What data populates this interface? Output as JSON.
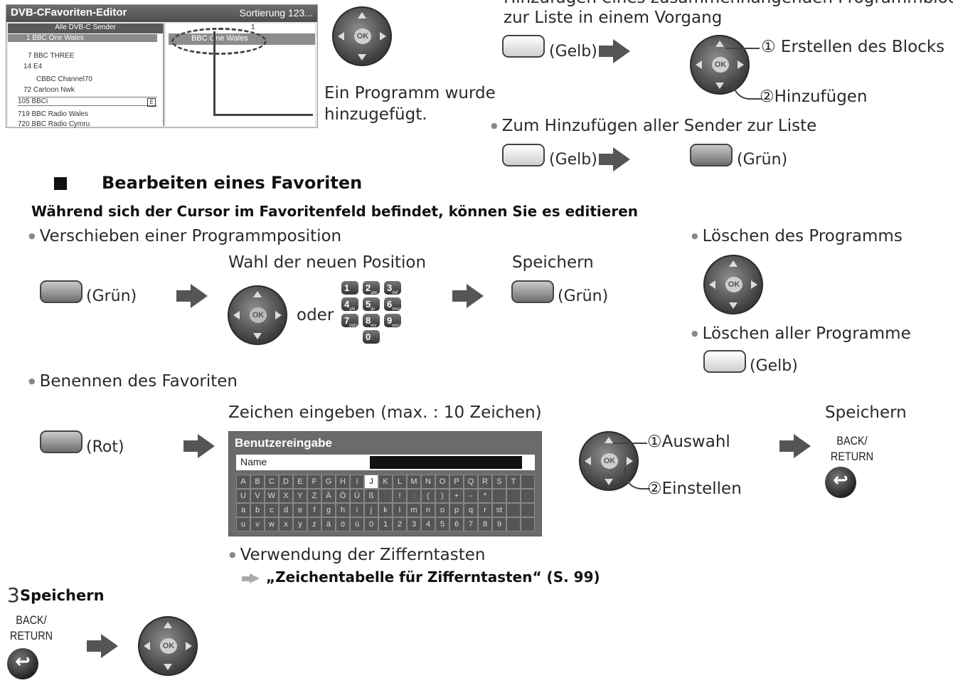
{
  "header_fragment": "Hinzufügen eines zusammenhängenden Programmblocks",
  "header_line2": "zur Liste in einem Vorgang",
  "tv_editor": {
    "title": "DVB-CFavoriten-Editor",
    "sort": "Sortierung 123...",
    "list_header": "Alle DVB-C Sender",
    "rows": [
      "1  BBC One Wales",
      "7  BBC THREE",
      "14  E4",
      "CBBC Channel70",
      "72  Cartoon Nwk",
      "105  BBCi",
      "719  BBC Radio Wales",
      "720  BBC Radio Cymru"
    ],
    "fav_item": "BBC One Wales",
    "fav_num": "1"
  },
  "added_text_1": "Ein Programm wurde",
  "added_text_2": "hinzugefügt.",
  "block": {
    "gelb_label": "(Gelb)",
    "step1": "① Erstellen des Blocks",
    "step2": "②Hinzufügen"
  },
  "all_add": {
    "text": "Zum Hinzufügen aller Sender zur Liste",
    "gelb_label": "(Gelb)",
    "gruen_label": "(Grün)"
  },
  "section_title": "Bearbeiten eines Favoriten",
  "section_sub": "Während sich der Cursor im Favoritenfeld befindet, können Sie es editieren",
  "move": {
    "text": "Verschieben einer Programmposition",
    "gruen_label": "(Grün)",
    "choose": "Wahl der neuen Position",
    "oder": "oder",
    "save": "Speichern",
    "save_label": "(Grün)"
  },
  "delete_prog": "Löschen des Programms",
  "delete_all": "Löschen aller Programme",
  "delete_all_label": "(Gelb)",
  "rename": {
    "text": "Benennen des Favoriten",
    "rot_label": "(Rot)",
    "enter": "Zeichen eingeben (max. : 10 Zeichen)",
    "kb_title": "Benutzereingabe",
    "kb_name": "Name",
    "sel1": "①Auswahl",
    "sel2": "②Einstellen",
    "save": "Speichern",
    "back1": "BACK/",
    "back2": "RETURN"
  },
  "keyboard_rows": [
    [
      "A",
      "B",
      "C",
      "D",
      "E",
      "F",
      "G",
      "H",
      "I",
      "J",
      "K",
      "L",
      "M",
      "N",
      "O",
      "P",
      "Q",
      "R",
      "S",
      "T",
      ""
    ],
    [
      "U",
      "V",
      "W",
      "X",
      "Y",
      "Z",
      "Ä",
      "Ö",
      "Ü",
      "ß",
      "",
      "!",
      ":",
      "(",
      ")",
      "+",
      "-",
      "*",
      "",
      "",
      ""
    ],
    [
      "a",
      "b",
      "c",
      "d",
      "e",
      "f",
      "g",
      "h",
      "i",
      "j",
      "k",
      "l",
      "m",
      "n",
      "o",
      "p",
      "q",
      "r",
      "st",
      "",
      ""
    ],
    [
      "u",
      "v",
      "w",
      "x",
      "y",
      "z",
      "ä",
      "ö",
      "ü",
      "0",
      "1",
      "2",
      "3",
      "4",
      "5",
      "6",
      "7",
      "8",
      "9",
      "",
      ""
    ]
  ],
  "numpad": [
    "1",
    "2",
    "3",
    "4",
    "5",
    "6",
    "7",
    "8",
    "9",
    "0"
  ],
  "numpad_subs": [
    "",
    "abc",
    "def",
    "ghi",
    "jkl",
    "mno",
    "pqrs",
    "tuv",
    "wxyz",
    ""
  ],
  "digits_text": "Verwendung der Zifferntasten",
  "digits_ref": "„Zeichentabelle für Zifferntasten“ (S. 99)",
  "step3_num": "3",
  "step3_title": "Speichern",
  "step3_back1": "BACK/",
  "step3_back2": "RETURN",
  "ok_label": "OK"
}
